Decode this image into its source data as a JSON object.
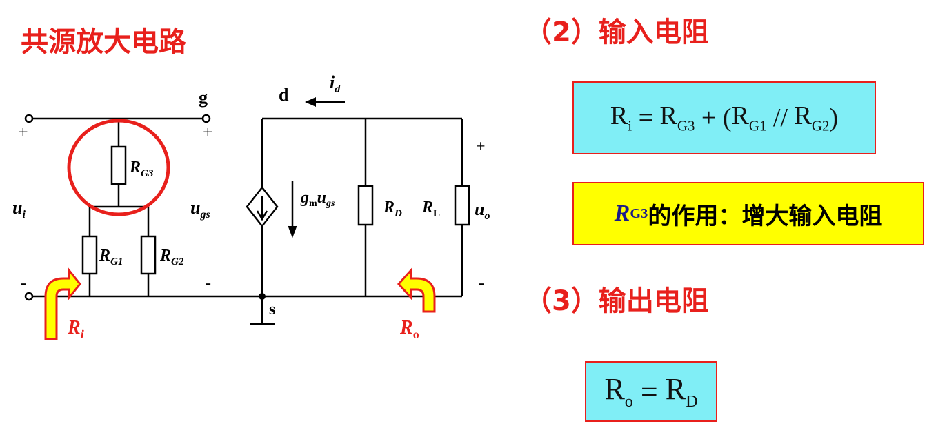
{
  "title": "共源放大电路",
  "section2": {
    "title": "（2）输入电阻",
    "formula": {
      "lhs": "R",
      "lhs_sub": "i",
      "eq": " = ",
      "t1": "R",
      "t1_sub": "G3",
      "plus": " + (",
      "t2": "R",
      "t2_sub": "G1",
      "par": " // ",
      "t3": "R",
      "t3_sub": "G2",
      "close": ")"
    },
    "note": {
      "r": "R",
      "sub": "G3",
      "text": "的作用：增大输入电阻"
    }
  },
  "section3": {
    "title": "（3）输出电阻",
    "formula": {
      "lhs": "R",
      "lhs_sub": "o",
      "eq": " = ",
      "rhs": "R",
      "rhs_sub": "D"
    }
  },
  "circuit": {
    "node_g": "g",
    "node_d": "d",
    "node_s": "s",
    "plus": "+",
    "minus": "-",
    "ui": "u",
    "ui_sub": "i",
    "ugs": "u",
    "ugs_sub": "gs",
    "uo": "u",
    "uo_sub": "o",
    "id": "i",
    "id_sub": "d",
    "gm": "g",
    "gm_sub": "m",
    "gm_u": "u",
    "gm_u_sub": "gs",
    "rg1": "R",
    "rg1_sub": "G1",
    "rg2": "R",
    "rg2_sub": "G2",
    "rg3": "R",
    "rg3_sub": "G3",
    "rd": "R",
    "rd_sub": "D",
    "rl": "R",
    "rl_sub": "L",
    "ri": "R",
    "ri_sub": "i",
    "ro": "R",
    "ro_sub": "o"
  },
  "colors": {
    "title_red": "#e8201c",
    "formula_box": "#80eef6",
    "note_box": "#ffff00",
    "arrow_fill": "#ffff00",
    "arrow_stroke": "#e8201c"
  }
}
